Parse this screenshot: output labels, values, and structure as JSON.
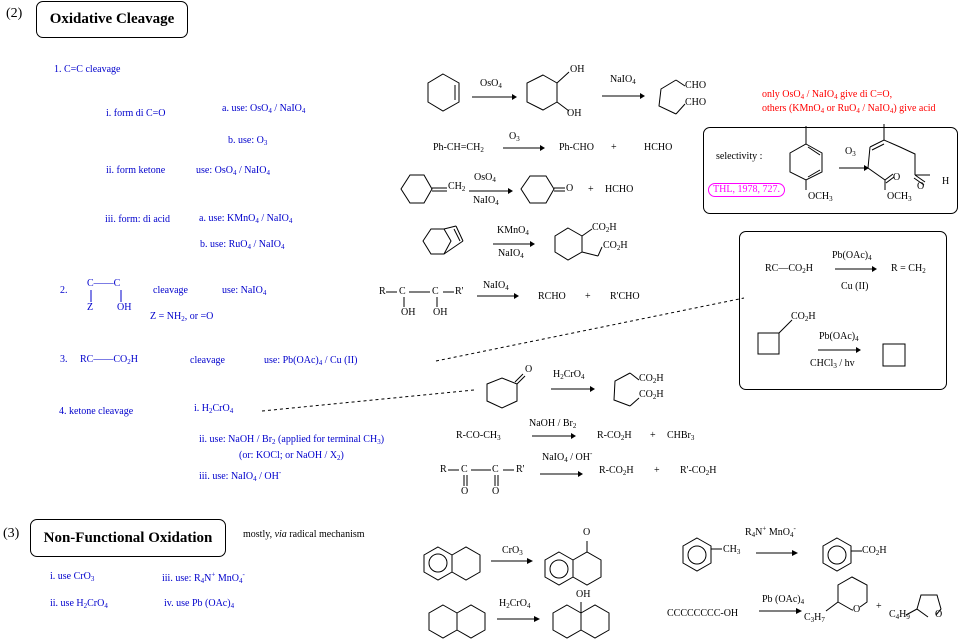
{
  "sections": {
    "oxidative": {
      "number": "(2)",
      "title": "Oxidative Cleavage"
    },
    "nonfunctional": {
      "number": "(3)",
      "title": "Non-Functional Oxidation",
      "note_pre": "mostly, ",
      "note_via": "via",
      "note_post": " radical mechanism"
    }
  },
  "outline": {
    "item1": "1. C=C  cleavage",
    "item1_i": "i.  form di C=O",
    "item1_i_a": "a.  use:  OsO4 / NaIO4",
    "item1_i_b": "b.  use:  O3",
    "item1_ii": "ii.  form ketone",
    "item1_ii_use": "use:  OsO4 / NaIO4",
    "item1_iii": "iii. form: di acid",
    "item1_iii_a": "a.  use:  KMnO4 / NaIO4",
    "item1_iii_b": "b.  use:  RuO4 / NaIO4",
    "item2_num": "2.",
    "item2_struct_top": "C——C",
    "item2_struct_z": "Z",
    "item2_struct_oh": "OH",
    "item2_cleavage": "cleavage",
    "item2_use": "use:  NaIO4",
    "item2_z": "Z = NH2, or =O",
    "item3_num": "3.",
    "item3_struct": "RC——CO2H",
    "item3_cleavage": "cleavage",
    "item3_use": "use:  Pb(OAc)4 / Cu (II)",
    "item4": "4. ketone cleavage",
    "item4_i": "i.  H2CrO4",
    "item4_ii": "ii.  use:  NaOH / Br2   (applied for terminal CH3)",
    "item4_ii_alt": "(or: KOCl; or NaOH / X2)",
    "item4_iii": "iii.  use:  NaIO4 / OH-"
  },
  "nonfunc_list": {
    "i": "i. use  CrO3",
    "ii": "ii. use  H2CrO4",
    "iii": "iii.  use:  R4N+ MnO4-",
    "iv": "iv. use Pb (OAc)4"
  },
  "note_red": {
    "line1": "only OsO4 / NaIO4 give di C=O,",
    "line2": "others (KMnO4 or RuO4 / NaIO4)  give acid"
  },
  "reactions": {
    "r1": {
      "reagent1": "OsO4",
      "oh_top": "OH",
      "oh_bot": "OH",
      "reagent2": "NaIO4",
      "cho1": "CHO",
      "cho2": "CHO"
    },
    "r2": {
      "reactant": "Ph-CH=CH2",
      "reagent": "O3",
      "product1": "Ph-CHO",
      "plus": "+",
      "product2": "HCHO"
    },
    "r3": {
      "ch2": "CH2",
      "reagent_top": "OsO4",
      "reagent_bot": "NaIO4",
      "o": "O",
      "plus": "+",
      "product2": "HCHO"
    },
    "r4": {
      "reagent_top": "KMnO4",
      "reagent_bot": "NaIO4",
      "co2h1": "CO2H",
      "co2h2": "CO2H"
    },
    "r5": {
      "r": "R",
      "c1": "C",
      "c2": "C",
      "rp": "R'",
      "oh1": "OH",
      "oh2": "OH",
      "reagent": "NaIO4",
      "product1": "RCHO",
      "plus": "+",
      "product2": "R'CHO"
    },
    "r6": {
      "o": "O",
      "reagent": "H2CrO4",
      "co2h1": "CO2H",
      "co2h2": "CO2H"
    },
    "r7": {
      "reactant": "R-CO-CH3",
      "reagent": "NaOH / Br2",
      "product1": "R-CO2H",
      "plus": "+",
      "product2": "CHBr3"
    },
    "r8": {
      "r": "R",
      "c1": "C",
      "c2": "C",
      "rp": "R'",
      "o1": "O",
      "o2": "O",
      "reagent": "NaIO4 / OH-",
      "product1": "R-CO2H",
      "plus": "+",
      "product2": "R'-CO2H"
    }
  },
  "selectivity_box": {
    "label": "selectivity :",
    "citation": "THL, 1978,  727.",
    "och3_1": "OCH3",
    "reagent": "O3",
    "o": "O",
    "o2": "O",
    "h": "H",
    "och3_2": "OCH3"
  },
  "pb_box": {
    "r1_reactant": "RC—CO2H",
    "r1_reagent_top": "Pb(OAc)4",
    "r1_reagent_bot": "Cu (II)",
    "r1_product": "R = CH2",
    "r2_co2h": "CO2H",
    "r2_reagent_top": "Pb(OAc)4",
    "r2_reagent_bot": "CHCl3 / hv"
  },
  "nonfunc_reactions": {
    "n1": {
      "reagent": "CrO3",
      "o": "O"
    },
    "n2": {
      "reagent": "H2CrO4",
      "oh": "OH"
    },
    "n3": {
      "ch3": "CH3",
      "reagent": "R4N+ MnO4-",
      "co2h": "CO2H"
    },
    "n4": {
      "reactant": "CCCCCCCC-OH",
      "reagent": "Pb (OAc)4",
      "c3h7": "C3H7",
      "o1": "O",
      "plus": "+",
      "c4h9": "C4H9",
      "o2": "O"
    }
  },
  "colors": {
    "outline_text": "#0000cc",
    "note_text": "#ff0000",
    "citation": "#ff00ff"
  }
}
